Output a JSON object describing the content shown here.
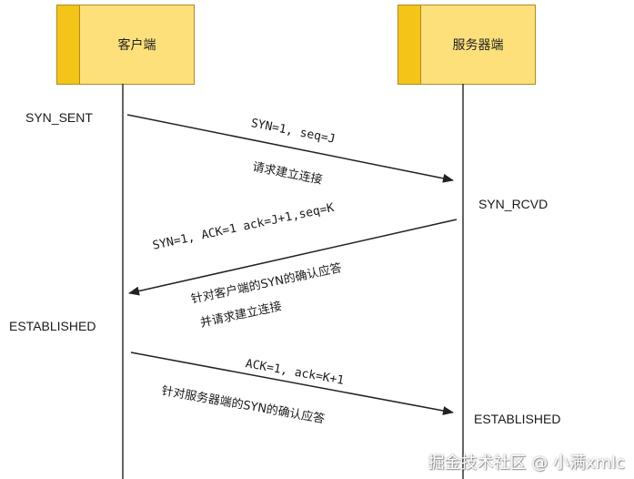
{
  "actors": {
    "client": "客户端",
    "server": "服务器端"
  },
  "states": {
    "client_syn_sent": "SYN_SENT",
    "server_syn_rcvd": "SYN_RCVD",
    "client_established": "ESTABLISHED",
    "server_established": "ESTABLISHED"
  },
  "messages": {
    "m1_params": "SYN=1, seq=J",
    "m1_desc": "请求建立连接",
    "m2_params": "SYN=1, ACK=1  ack=J+1,seq=K",
    "m2_desc_line1": "针对客户端的SYN的确认应答",
    "m2_desc_line2": "并请求建立连接",
    "m3_params": "ACK=1, ack=K+1",
    "m3_desc": "针对服务器端的SYN的确认应答"
  },
  "watermark": "掘金技术社区 @ 小满xmlc",
  "colors": {
    "box_fill": "#fde07a",
    "box_shadow_fill": "#f4c419",
    "box_border": "#b08a1a",
    "line": "#222222"
  }
}
